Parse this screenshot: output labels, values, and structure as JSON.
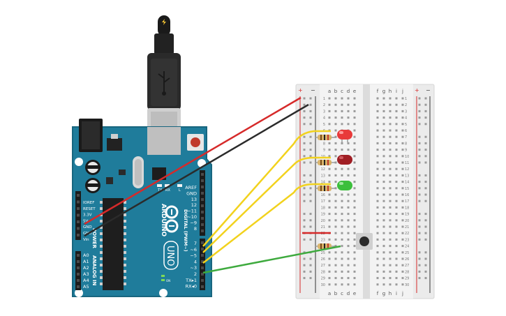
{
  "arduino": {
    "brand": "ARDUINO",
    "model": "UNO",
    "digital_label": "DIGITAL (PWM~)",
    "power_label": "POWER",
    "analog_label": "ANALOG IN",
    "led_l": "L",
    "led_tx": "TX",
    "led_rx": "RX",
    "on_label": "ON",
    "top_header": [
      "AREF",
      "GND",
      "13",
      "12",
      "~11",
      "~10",
      "~9",
      "8"
    ],
    "bottom_header": [
      "7",
      "~6",
      "~5",
      "4",
      "~3",
      "2",
      "TX▸1",
      "RX◂0"
    ],
    "power_pins": [
      "IOREF",
      "RESET",
      "3.3V",
      "5V",
      "GND",
      "GND",
      "Vin"
    ],
    "analog_pins": [
      "A0",
      "A1",
      "A2",
      "A3",
      "A4",
      "A5"
    ]
  },
  "breadboard": {
    "columns_left": [
      "a",
      "b",
      "c",
      "d",
      "e"
    ],
    "columns_right": [
      "f",
      "g",
      "h",
      "i",
      "j"
    ],
    "rail_plus": "+",
    "rail_minus": "−",
    "row_count": 30
  },
  "components": [
    {
      "name": "LED",
      "color": "#e83a3a"
    },
    {
      "name": "LED",
      "color": "#a01e24"
    },
    {
      "name": "LED",
      "color": "#3cbf3c"
    },
    {
      "name": "Resistor",
      "color": "#d8b36a"
    },
    {
      "name": "Pushbutton",
      "color": "#333333"
    }
  ],
  "wires": [
    {
      "color": "#d62a2a"
    },
    {
      "color": "#2b2b2b"
    },
    {
      "color": "#f2d21d"
    },
    {
      "color": "#3eaa3e"
    }
  ]
}
